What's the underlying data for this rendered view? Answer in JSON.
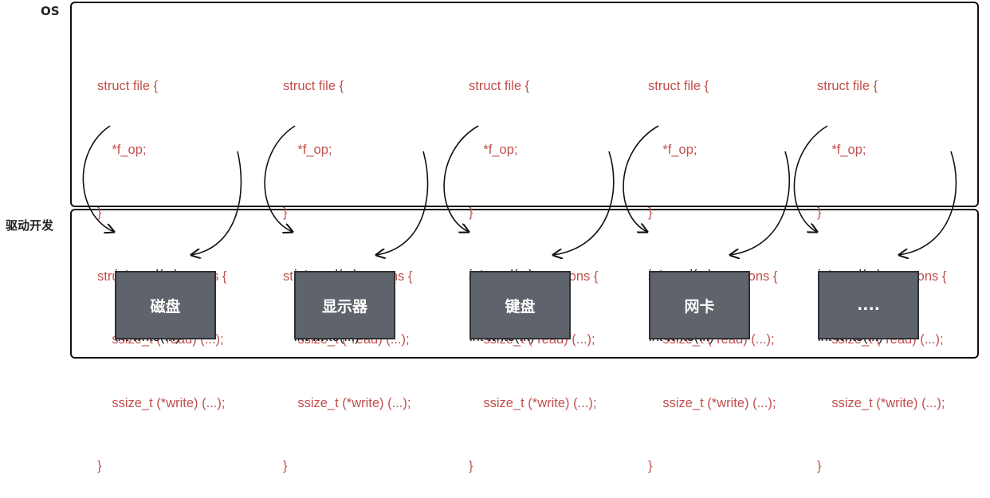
{
  "layers": {
    "os_label": "OS",
    "driver_label": "驱动开发"
  },
  "columns": [
    {
      "os_code": [
        "struct file {",
        "    *f_op;",
        "}",
        "struct file_operations {",
        "    ssize_t (*read) (...);",
        "    ssize_t (*write) (...);",
        "}"
      ],
      "driver_code": [
        "int read(...)",
        "int write(...)"
      ],
      "device": "磁盘"
    },
    {
      "os_code": [
        "struct file {",
        "    *f_op;",
        "}",
        "struct file_operations {",
        "    ssize_t (*read) (...);",
        "    ssize_t (*write) (...);",
        "}"
      ],
      "driver_code": [
        "int read(...)",
        "int write(...)"
      ],
      "device": "显示器"
    },
    {
      "os_code": [
        "struct file {",
        "    *f_op;",
        "}",
        "struct file_operations {",
        "    ssize_t (*read) (...);",
        "    ssize_t (*write) (...);",
        "}"
      ],
      "driver_code": [
        "int read(...)",
        "int write(...)"
      ],
      "device": "键盘"
    },
    {
      "os_code": [
        "struct file {",
        "    *f_op;",
        "}",
        "struct file_operations {",
        "    ssize_t (*read) (...);",
        "    ssize_t (*write) (...);",
        "}"
      ],
      "driver_code": [
        "int read(...)",
        "int write(...)"
      ],
      "device": "网卡"
    },
    {
      "os_code": [
        "struct file {",
        "    *f_op;",
        "}",
        "struct file_operations {",
        "    ssize_t (*read) (...);",
        "    ssize_t (*write) (...);",
        "}"
      ],
      "driver_code": [
        "int read(...)",
        "int write(...)"
      ],
      "device": "...."
    }
  ],
  "colors": {
    "code": "#c0504d",
    "device_fill": "#5f636b",
    "border": "#111111"
  }
}
